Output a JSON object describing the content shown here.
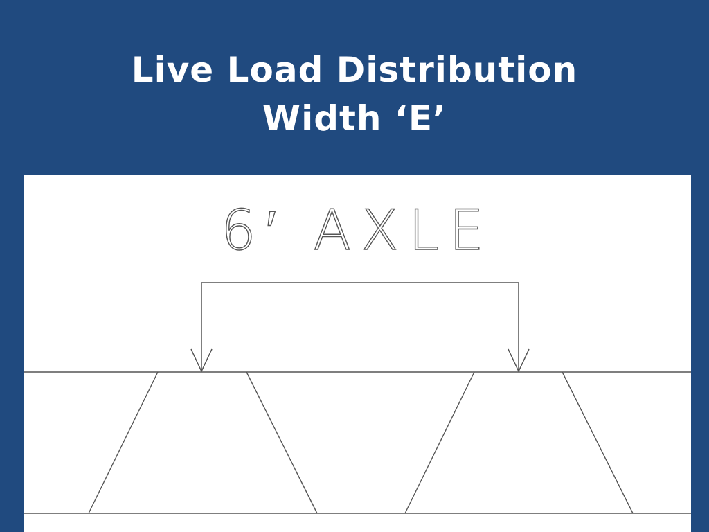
{
  "slide": {
    "title_line1": "Live Load Distribution",
    "title_line2": "Width ‘E’"
  },
  "diagram": {
    "axle_label": "6′ AXLE",
    "colors": {
      "background": "#204A7F",
      "panel": "#FFFFFF",
      "line": "#555555",
      "title": "#FFFFFF"
    }
  }
}
